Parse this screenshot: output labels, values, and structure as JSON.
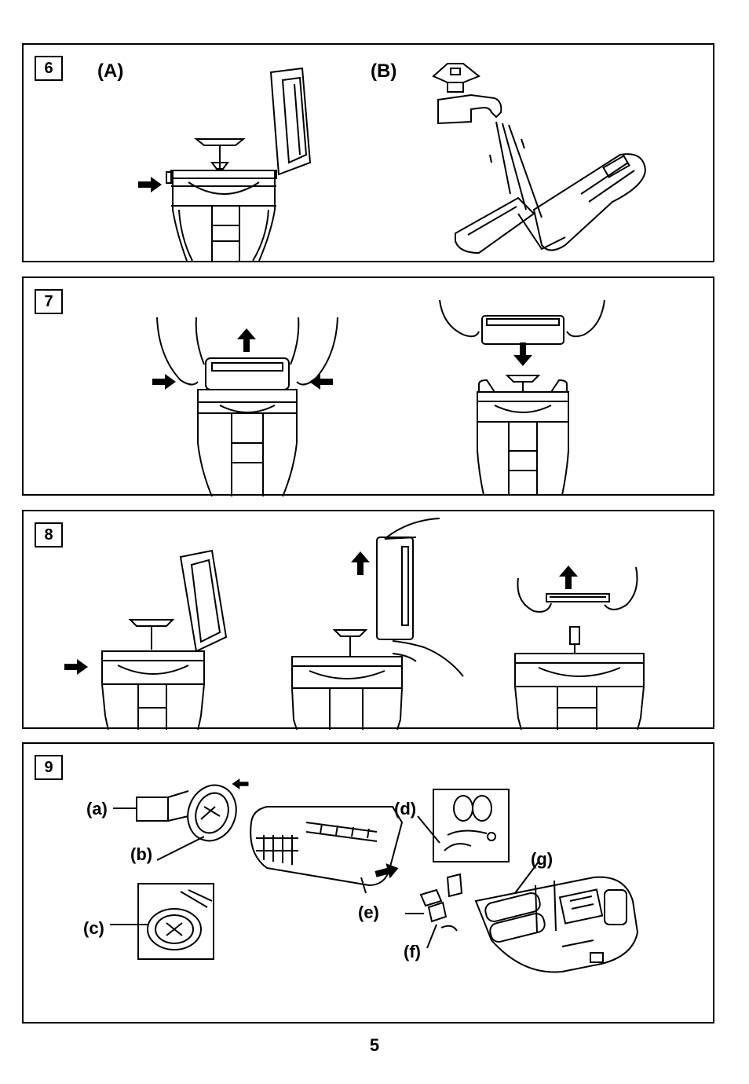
{
  "page": {
    "number": "5"
  },
  "panels": [
    {
      "step": "6",
      "sub_labels": [
        "(A)",
        "(B)"
      ]
    },
    {
      "step": "7"
    },
    {
      "step": "8"
    },
    {
      "step": "9",
      "callouts": [
        "(a)",
        "(b)",
        "(c)",
        "(d)",
        "(e)",
        "(f)",
        "(g)"
      ]
    }
  ]
}
